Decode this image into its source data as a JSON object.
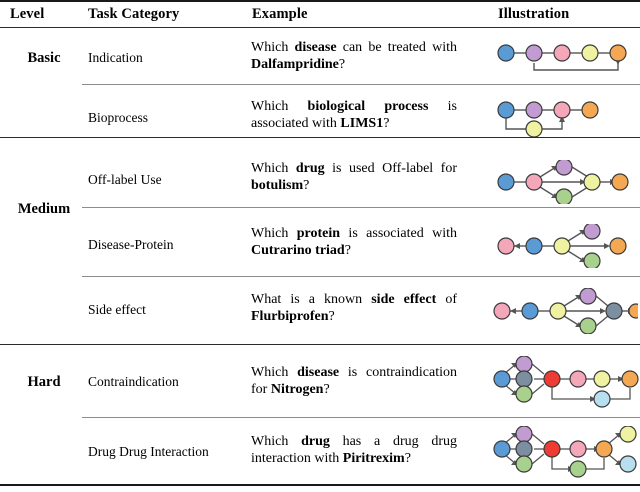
{
  "table": {
    "headers": {
      "level": "Level",
      "task_category": "Task Category",
      "example": "Example",
      "illustration": "Illustration"
    },
    "groups": [
      {
        "level": "Basic",
        "rows": [
          {
            "task_category": "Indication",
            "example_parts": [
              {
                "t": "Which ",
                "b": false
              },
              {
                "t": "disease",
                "b": true
              },
              {
                "t": " can be treated with ",
                "b": false
              },
              {
                "t": "Dalfampridine",
                "b": true
              },
              {
                "t": "?",
                "b": false
              }
            ],
            "example_text": "Which disease can be treated with Dalfampridine?",
            "illustration": "graph-indication"
          },
          {
            "task_category": "Bioprocess",
            "example_parts": [
              {
                "t": "Which ",
                "b": false
              },
              {
                "t": "biological process",
                "b": true
              },
              {
                "t": " is associated with ",
                "b": false
              },
              {
                "t": "LIMS1",
                "b": true
              },
              {
                "t": "?",
                "b": false
              }
            ],
            "example_text": "Which biological process is associated with LIMS1?",
            "illustration": "graph-bioprocess"
          }
        ]
      },
      {
        "level": "Medium",
        "rows": [
          {
            "task_category": "Off-label Use",
            "example_parts": [
              {
                "t": "Which ",
                "b": false
              },
              {
                "t": "drug",
                "b": true
              },
              {
                "t": " is used Off-label for ",
                "b": false
              },
              {
                "t": "botulism",
                "b": true
              },
              {
                "t": "?",
                "b": false
              }
            ],
            "example_text": "Which drug is used Off-label for botulism?",
            "illustration": "graph-offlabel"
          },
          {
            "task_category": "Disease-Protein",
            "example_parts": [
              {
                "t": "Which ",
                "b": false
              },
              {
                "t": "protein",
                "b": true
              },
              {
                "t": " is associated with ",
                "b": false
              },
              {
                "t": "Cutrarino triad",
                "b": true
              },
              {
                "t": "?",
                "b": false
              }
            ],
            "example_text": "Which protein is associated with Cutrarino triad?",
            "illustration": "graph-disease-protein"
          },
          {
            "task_category": "Side effect",
            "example_parts": [
              {
                "t": "What is a known ",
                "b": false
              },
              {
                "t": "side effect",
                "b": true
              },
              {
                "t": " of ",
                "b": false
              },
              {
                "t": "Flurbiprofen",
                "b": true
              },
              {
                "t": "?",
                "b": false
              }
            ],
            "example_text": "What is a known side effect of Flurbiprofen?",
            "illustration": "graph-side-effect"
          }
        ]
      },
      {
        "level": "Hard",
        "rows": [
          {
            "task_category": "Contraindication",
            "example_parts": [
              {
                "t": "Which ",
                "b": false
              },
              {
                "t": "disease",
                "b": true
              },
              {
                "t": " is contraindication for ",
                "b": false
              },
              {
                "t": "Nitrogen",
                "b": true
              },
              {
                "t": "?",
                "b": false
              }
            ],
            "example_text": "Which disease is contraindication for Nitrogen?",
            "illustration": "graph-contraindication"
          },
          {
            "task_category": "Drug Drug Interaction",
            "example_parts": [
              {
                "t": "Which ",
                "b": false
              },
              {
                "t": "drug",
                "b": true
              },
              {
                "t": " has a drug drug interaction with ",
                "b": false
              },
              {
                "t": "Piritrexim",
                "b": true
              },
              {
                "t": "?",
                "b": false
              }
            ],
            "example_text": "Which drug has a drug drug interaction with Piritrexim?",
            "illustration": "graph-ddi"
          }
        ]
      }
    ]
  },
  "node_colors": {
    "blue": "#5b9bd5",
    "purple": "#c39bd3",
    "pink": "#f4a7b9",
    "yellow": "#eff2a0",
    "orange": "#f5a854",
    "green": "#a9d18e",
    "slate": "#7b8fa1",
    "red": "#ee3b33",
    "lightblue": "#b8dff0",
    "stroke": "#3a3a3a",
    "edge": "#555555"
  }
}
